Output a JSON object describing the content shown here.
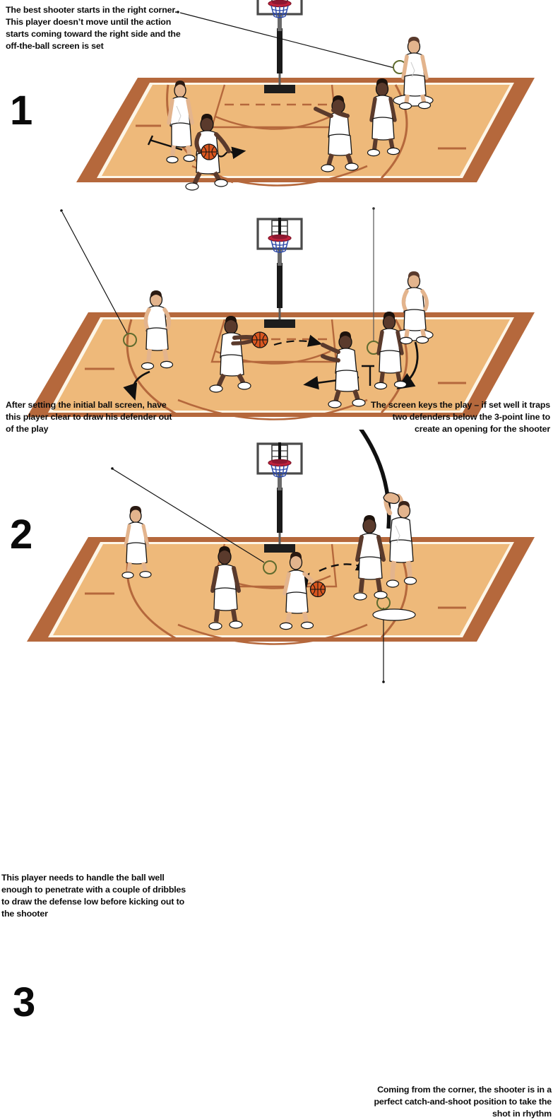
{
  "document": {
    "kind": "basketball-play-diagram",
    "panel_count": 3
  },
  "palette": {
    "court_surface": "#eeb97a",
    "court_border": "#b5683c",
    "court_boundary_line": "#fdf6e8",
    "court_markings": "#b5683c",
    "skin_dark": "#5a3a2c",
    "skin_light": "#e3b48d",
    "jersey": "#ffffff",
    "jersey_outline": "#111111",
    "ball": "#d9561f",
    "arrow": "#101010",
    "marker_circle": "#5f6b2e",
    "backboard_frame": "#4a4a4a",
    "rim": "#c0223c",
    "net": "#2f4ba8",
    "pole": "#1a1a1a",
    "caption_text": "#0d0d0d"
  },
  "panels": [
    {
      "id": "panel-1",
      "number": "1",
      "captions": [
        {
          "id": "cap-1",
          "align": "left",
          "text": "The best shooter starts in the right corner. This player doesn’t move until the action starts coming toward the right side and the off-the-ball screen is set"
        }
      ],
      "annotations": [
        {
          "name": "leader-line-to-corner-shooter",
          "type": "diagonal-leader"
        },
        {
          "name": "marker-circle-corner-shooter",
          "type": "circle-marker"
        },
        {
          "name": "highlight-ellipse-corner-shooter",
          "type": "floor-ellipse"
        }
      ],
      "movement": [
        {
          "name": "dribble-squiggle-right",
          "type": "dribble-arrow"
        },
        {
          "name": "screen-bar-left",
          "type": "screen-mark"
        }
      ],
      "players": [
        {
          "name": "offense-ball-handler",
          "role": "ball-handler",
          "skin": "dark",
          "has_ball": true
        },
        {
          "name": "defender-on-ball",
          "role": "defender",
          "skin": "light"
        },
        {
          "name": "help-defender-middle",
          "role": "defender",
          "skin": "dark"
        },
        {
          "name": "offense-wing",
          "role": "offense",
          "skin": "dark"
        },
        {
          "name": "corner-shooter",
          "role": "shooter",
          "skin": "light"
        }
      ]
    },
    {
      "id": "panel-2",
      "number": "2",
      "captions": [
        {
          "id": "cap-2a",
          "align": "left",
          "text": "After setting the initial ball screen, have this player clear to draw his defender out of the play"
        },
        {
          "id": "cap-2b",
          "align": "right",
          "text": "The screen keys the play – if set well it traps two defenders below the 3-point line to create an opening for the shooter"
        }
      ],
      "annotations": [
        {
          "name": "leader-line-to-clearing-player",
          "type": "diagonal-leader"
        },
        {
          "name": "marker-circle-clearing-player",
          "type": "circle-marker"
        },
        {
          "name": "leader-line-to-screener",
          "type": "vertical-leader"
        },
        {
          "name": "marker-circle-screener",
          "type": "circle-marker"
        },
        {
          "name": "highlight-ellipse-corner-shooter",
          "type": "floor-ellipse"
        }
      ],
      "movement": [
        {
          "name": "clear-out-curve-left",
          "type": "curved-arrow"
        },
        {
          "name": "pass-arrow-dashed",
          "type": "dashed-pass-arrow"
        },
        {
          "name": "shooter-cut-curve-right",
          "type": "curved-arrow"
        },
        {
          "name": "defender-slide-arrow",
          "type": "straight-arrow"
        },
        {
          "name": "screen-bar-right",
          "type": "screen-mark"
        }
      ],
      "players": [
        {
          "name": "clearing-player",
          "role": "offense",
          "skin": "light"
        },
        {
          "name": "offense-ball-handler",
          "role": "ball-handler",
          "skin": "dark",
          "has_ball": true
        },
        {
          "name": "help-defender-middle",
          "role": "defender",
          "skin": "dark"
        },
        {
          "name": "screener",
          "role": "screener",
          "skin": "dark"
        },
        {
          "name": "corner-shooter",
          "role": "shooter",
          "skin": "light"
        }
      ]
    },
    {
      "id": "panel-3",
      "number": "3",
      "captions": [
        {
          "id": "cap-3a",
          "align": "left",
          "text": "This player needs to handle the ball well enough to penetrate with a couple of dribbles to draw the defense low before kicking out to the shooter"
        },
        {
          "id": "cap-3b",
          "align": "right",
          "text": "Coming from the corner, the shooter is in a perfect catch-and-shoot position to take the shot in rhythm"
        }
      ],
      "annotations": [
        {
          "name": "leader-line-to-ball-handler",
          "type": "diagonal-leader"
        },
        {
          "name": "marker-circle-ball-handler",
          "type": "circle-marker"
        },
        {
          "name": "leader-line-to-shooter-spot",
          "type": "vertical-leader"
        },
        {
          "name": "marker-circle-shooter-spot",
          "type": "circle-marker"
        },
        {
          "name": "highlight-ellipse-shooter-spot",
          "type": "floor-ellipse"
        }
      ],
      "movement": [
        {
          "name": "shot-arc-to-hoop",
          "type": "shot-arc"
        },
        {
          "name": "kick-out-pass-dashed",
          "type": "dashed-pass-arrow"
        },
        {
          "name": "dribble-squiggle-penetration",
          "type": "dribble-arrow"
        }
      ],
      "players": [
        {
          "name": "weakside-offense",
          "role": "offense",
          "skin": "light"
        },
        {
          "name": "low-defender",
          "role": "defender",
          "skin": "dark"
        },
        {
          "name": "offense-ball-handler",
          "role": "ball-handler",
          "skin": "light",
          "has_ball": true
        },
        {
          "name": "closeout-defender",
          "role": "defender",
          "skin": "dark"
        },
        {
          "name": "shooter-rising",
          "role": "shooter",
          "skin": "light"
        }
      ]
    }
  ]
}
